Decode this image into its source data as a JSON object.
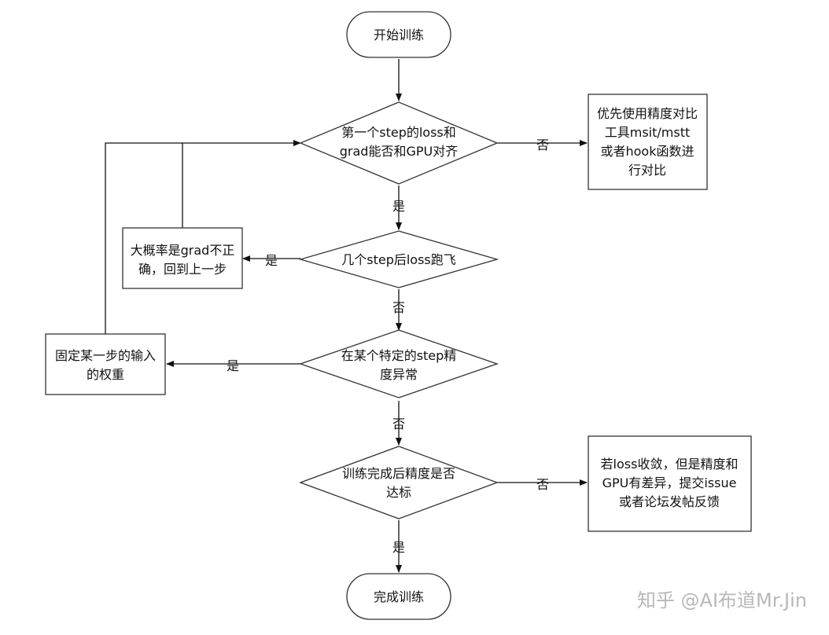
{
  "nodes": {
    "start": "开始训练",
    "q1_line1": "第一个step的loss和",
    "q1_line2": "grad能否和GPU对齐",
    "r1_line1": "优先使用精度对比",
    "r1_line2": "工具msit/mstt",
    "r1_line3": "或者hook函数进",
    "r1_line4": "行对比",
    "q2": "几个step后loss跑飞",
    "r2_line1": "大概率是grad不正",
    "r2_line2": "确，回到上一步",
    "q3_line1": "在某个特定的step精",
    "q3_line2": "度异常",
    "r3_line1": "固定某一步的输入",
    "r3_line2": "的权重",
    "q4_line1": "训练完成后精度是否",
    "q4_line2": "达标",
    "r4_line1": "若loss收敛，但是精度和",
    "r4_line2": "GPU有差异，提交issue",
    "r4_line3": "或者论坛发帖反馈",
    "end": "完成训练"
  },
  "edge_labels": {
    "q1_no": "否",
    "q1_yes": "是",
    "q2_yes": "是",
    "q2_no": "否",
    "q3_yes": "是",
    "q3_no": "否",
    "q4_no": "否",
    "q4_yes": "是"
  },
  "watermark": "知乎 @AI布道Mr.Jin"
}
